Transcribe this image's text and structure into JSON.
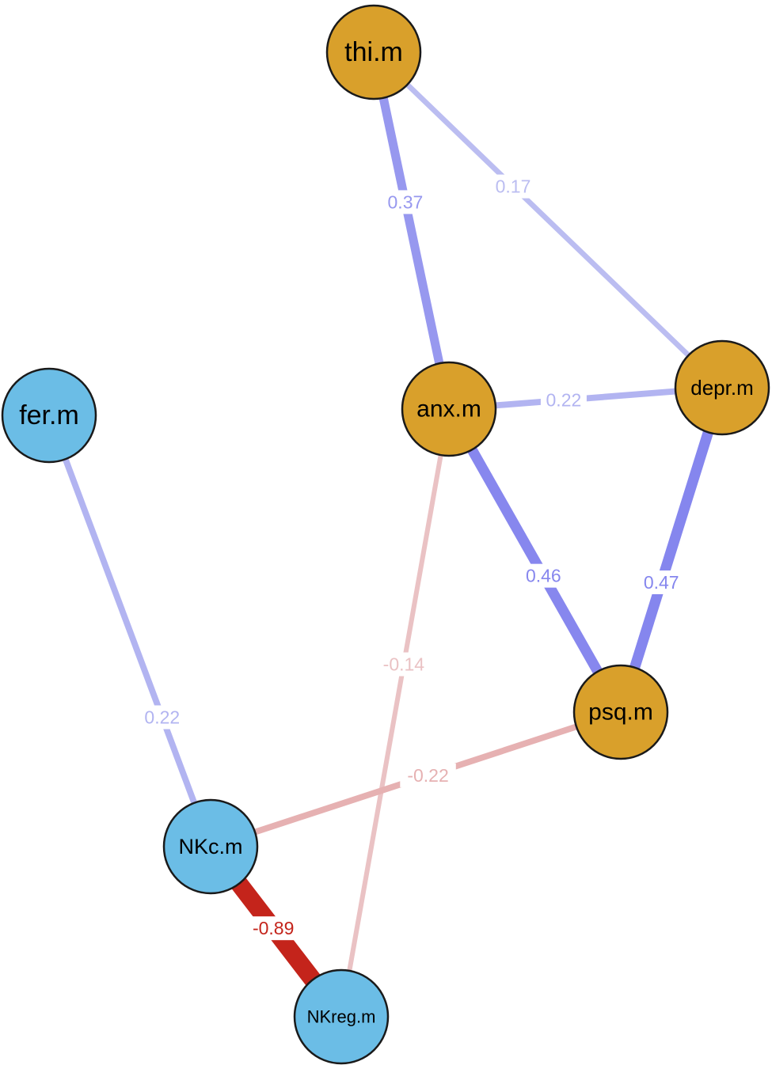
{
  "colors": {
    "group_a": "#D9A02B",
    "group_b": "#6BBDE6",
    "outline": "#1a1a1a",
    "positive_strong": "#8080EE",
    "positive_weak": "#C4C6F2",
    "negative_strong": "#C21E14",
    "negative_weak": "#EBC6C9"
  },
  "nodes": [
    {
      "id": "thi",
      "label": "thi.m",
      "group": "group_a"
    },
    {
      "id": "anx",
      "label": "anx.m",
      "group": "group_a"
    },
    {
      "id": "depr",
      "label": "depr.m",
      "group": "group_a"
    },
    {
      "id": "psq",
      "label": "psq.m",
      "group": "group_a"
    },
    {
      "id": "fer",
      "label": "fer.m",
      "group": "group_b"
    },
    {
      "id": "nkc",
      "label": "NKc.m",
      "group": "group_b"
    },
    {
      "id": "nkreg",
      "label": "NKreg.m",
      "group": "group_b"
    }
  ],
  "edges": [
    {
      "from": "thi",
      "to": "anx",
      "weight": 0.37,
      "label": "0.37"
    },
    {
      "from": "thi",
      "to": "depr",
      "weight": 0.17,
      "label": "0.17"
    },
    {
      "from": "anx",
      "to": "depr",
      "weight": 0.22,
      "label": "0.22"
    },
    {
      "from": "anx",
      "to": "psq",
      "weight": 0.46,
      "label": "0.46"
    },
    {
      "from": "depr",
      "to": "psq",
      "weight": 0.47,
      "label": "0.47"
    },
    {
      "from": "fer",
      "to": "nkc",
      "weight": 0.22,
      "label": "0.22"
    },
    {
      "from": "anx",
      "to": "nkreg",
      "weight": -0.14,
      "label": "-0.14"
    },
    {
      "from": "psq",
      "to": "nkc",
      "weight": -0.22,
      "label": "-0.22"
    },
    {
      "from": "nkc",
      "to": "nkreg",
      "weight": -0.89,
      "label": "-0.89"
    }
  ]
}
